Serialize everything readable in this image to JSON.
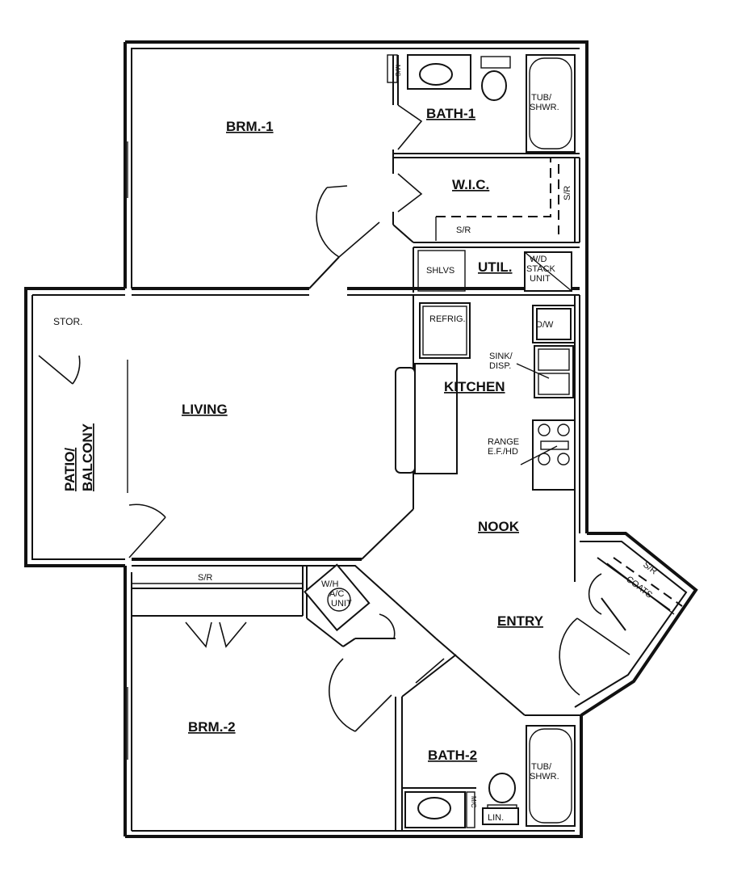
{
  "rooms": {
    "brm1": "BRM.-1",
    "bath1": "BATH-1",
    "wic": "W.I.C.",
    "util": "UTIL.",
    "living": "LIVING",
    "kitchen": "KITCHEN",
    "nook": "NOOK",
    "entry": "ENTRY",
    "brm2": "BRM.-2",
    "bath2": "BATH-2",
    "stor": "STOR.",
    "patio_line1": "PATIO/",
    "patio_line2": "BALCONY"
  },
  "fixtures": {
    "tub1_line1": "TUB/",
    "tub1_line2": "SHWR.",
    "tub2_line1": "TUB/",
    "tub2_line2": "SHWR.",
    "wic_sr": "S/R",
    "wic_sr_side": "S/R",
    "shlvs": "SHLVS",
    "wd_line1": "W/D",
    "wd_line2": "STACK",
    "wd_line3": "UNIT",
    "refrig": "REFRIG.",
    "dw": "D/W",
    "sink_line1": "SINK/",
    "sink_line2": "DISP.",
    "range_line1": "RANGE",
    "range_line2": "E.F./HD",
    "wh_line1": "W/H",
    "wh_line2": "A/C",
    "wh_line3": "UNIT",
    "brm2_sr": "S/R",
    "coats_sr": "S/R",
    "coats": "COATS",
    "lin": "LIN.",
    "mc1": "M/C",
    "mc2": "M/C"
  }
}
